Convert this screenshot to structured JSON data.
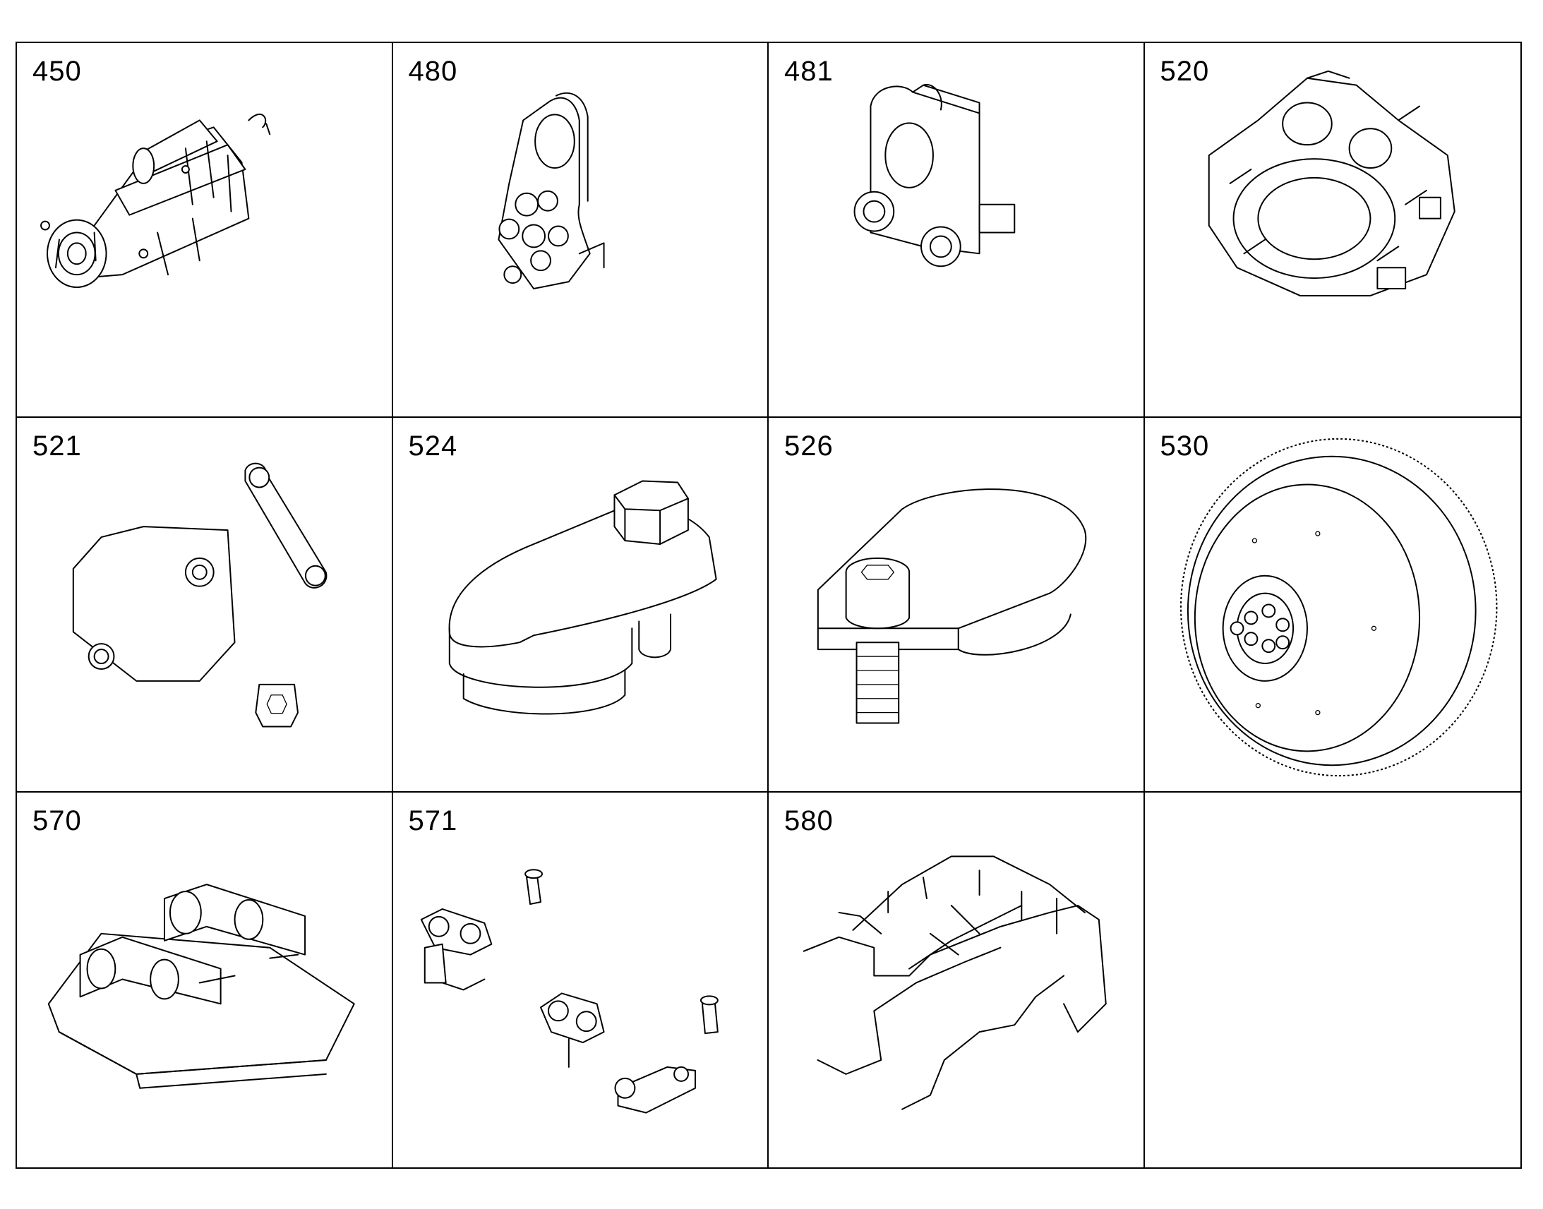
{
  "parts": [
    {
      "number": "450",
      "icon": "starter-motor-icon"
    },
    {
      "number": "480",
      "icon": "lifting-bracket-icon"
    },
    {
      "number": "481",
      "icon": "lifting-eye-bracket-icon"
    },
    {
      "number": "520",
      "icon": "flywheel-housing-icon"
    },
    {
      "number": "521",
      "icon": "cover-plate-kit-icon"
    },
    {
      "number": "524",
      "icon": "clamp-with-hex-bolt-icon"
    },
    {
      "number": "526",
      "icon": "clamp-with-socket-screw-icon"
    },
    {
      "number": "530",
      "icon": "flywheel-icon"
    },
    {
      "number": "570",
      "icon": "engine-control-unit-icon"
    },
    {
      "number": "571",
      "icon": "ecu-mounting-kit-icon"
    },
    {
      "number": "580",
      "icon": "wiring-harness-icon"
    },
    {
      "number": "",
      "icon": ""
    }
  ]
}
